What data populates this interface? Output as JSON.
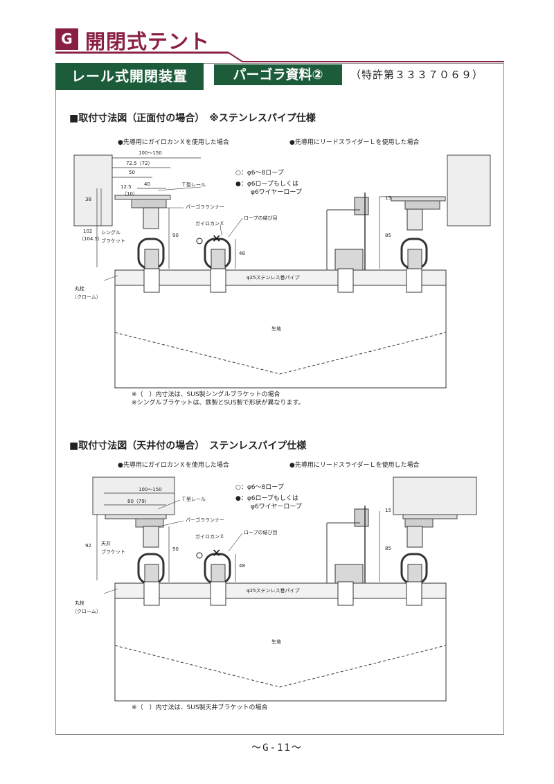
{
  "header": {
    "section_letter": "G",
    "title": "開閉式テント",
    "brand_color": "#8a1f45",
    "accent_color": "#1d5c3a"
  },
  "tags": {
    "rail": "レール式開閉装置",
    "pergola": "パーゴラ資料②",
    "patent": "（特許第３３３７０６９）"
  },
  "diagram1": {
    "title": "■取付寸法図（正面付の場合）　※ステンレスパイプ仕様",
    "left_caption": "●先導用にガイロカンＸを使用した場合",
    "right_caption": "●先導用にリードスライダーＬを使用した場合",
    "dims": {
      "d100_150": "100～150",
      "d72": "72.5（72）",
      "d50": "50",
      "d40": "40",
      "d12": "12.5",
      "d10": "（10）",
      "d38": "38",
      "d102": "102",
      "d104": "（104.5）",
      "d90": "90",
      "d48": "48",
      "d15": "15",
      "d85": "85"
    },
    "labels": {
      "t_rail": "Ｔ型レール",
      "pergola_runner": "パーゴラランナー",
      "gairokan": "ガイロカンＸ",
      "rope_knot": "ロープの結び目",
      "single_bracket_1": "シングル",
      "single_bracket_2": "ブラケット",
      "marukan_1": "丸栓",
      "marukan_2": "（クローム）",
      "pipe": "φ25ステンレス巻パイプ",
      "fabric": "生地"
    },
    "legend": {
      "open": "○：φ6～8ロープ",
      "filled_1": "●：φ6ロープもしくは",
      "filled_2": "φ6ワイヤーロープ"
    },
    "notes": [
      "※（　）内寸法は、SUS製シングルブラケットの場合",
      "※シングルブラケットは、鉄製とSUS製で形状が異なります。"
    ]
  },
  "diagram2": {
    "title": "■取付寸法図（天井付の場合）　ステンレスパイプ仕様",
    "left_caption": "●先導用にガイロカンＸを使用した場合",
    "right_caption": "●先導用にリードスライダーＬを使用した場合",
    "dims": {
      "d100_150": "100～150",
      "d80": "80（79）",
      "d92": "92",
      "d90": "90",
      "d48": "48",
      "d15": "15",
      "d85": "85"
    },
    "labels": {
      "t_rail": "Ｔ型レール",
      "pergola_runner": "パーゴラランナー",
      "gairokan": "ガイロカンＸ",
      "rope_knot": "ロープの結び目",
      "ceiling_bracket_1": "天井",
      "ceiling_bracket_2": "ブラケット",
      "marukan_1": "丸栓",
      "marukan_2": "（クローム）",
      "pipe": "φ25ステンレス巻パイプ",
      "fabric": "生地"
    },
    "legend": {
      "open": "○：φ6～8ロープ",
      "filled_1": "●：φ6ロープもしくは",
      "filled_2": "φ6ワイヤーロープ"
    },
    "notes": [
      "※（　）内寸法は、SUS製天井ブラケットの場合"
    ]
  },
  "footer": {
    "page": "～G-11～"
  }
}
